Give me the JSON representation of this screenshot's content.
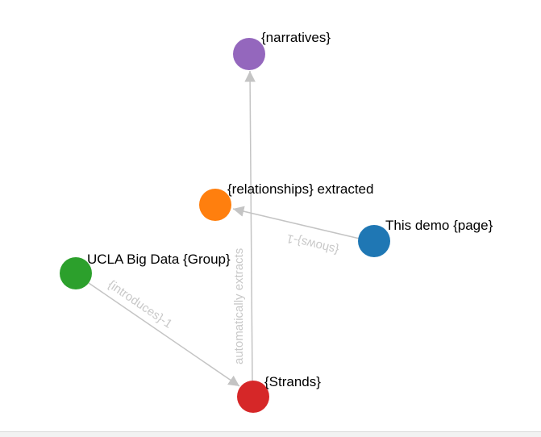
{
  "graph": {
    "nodes": [
      {
        "id": "narratives",
        "label": "{narratives}",
        "color": "#9467bd"
      },
      {
        "id": "relationships",
        "label": "{relationships} extracted",
        "color": "#ff7f0e"
      },
      {
        "id": "demo",
        "label": "This demo {page}",
        "color": "#1f77b4"
      },
      {
        "id": "ucla",
        "label": "UCLA Big Data {Group}",
        "color": "#2ca02c"
      },
      {
        "id": "strands",
        "label": "{Strands}",
        "color": "#d62728"
      }
    ],
    "edges": [
      {
        "id": "strands-narratives",
        "label": "automatically extracts",
        "color": "#c4c4c4"
      },
      {
        "id": "demo-relationships",
        "label": "{shows}-1",
        "color": "#c4c4c4"
      },
      {
        "id": "ucla-strands",
        "label": "{introduces}-1",
        "color": "#c4c4c4"
      }
    ]
  }
}
